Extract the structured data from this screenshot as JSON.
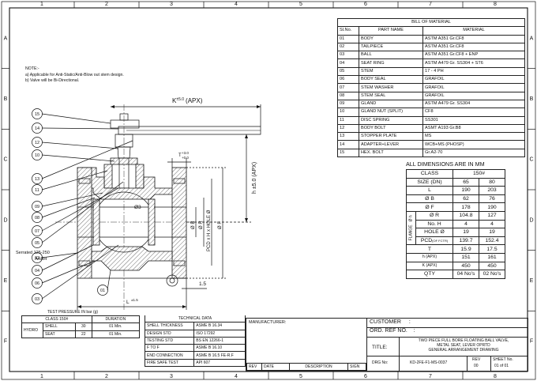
{
  "border": {
    "columns": [
      "1",
      "2",
      "3",
      "4",
      "5",
      "6",
      "7",
      "8"
    ],
    "rows": [
      "A",
      "B",
      "C",
      "D",
      "E",
      "F"
    ]
  },
  "notes": {
    "heading": "NOTE:-",
    "lines": [
      "a) Applicable for Anti-Static/Anti-Blow out stem design.",
      "b) Valve will be Bi-Directional."
    ]
  },
  "bom": {
    "title": "BILL OF MATERIAL",
    "headers": [
      "Sl.No.",
      "PART NAME",
      "MATERIAL"
    ],
    "rows": [
      [
        "01",
        "BODY",
        "ASTM A351 Gr.CF8"
      ],
      [
        "02",
        "TAILPIECE",
        "ASTM A351 Gr.CF8"
      ],
      [
        "03",
        "BALL",
        "ASTM A351 Gr.CF8 + ENP"
      ],
      [
        "04",
        "SEAT RING",
        "ASTM A479 Gr. SS304 + ST6"
      ],
      [
        "05",
        "STEM",
        "17 - 4 PH"
      ],
      [
        "06",
        "BODY SEAL",
        "GRAFOIL"
      ],
      [
        "07",
        "STEM WASHER",
        "GRAFOIL"
      ],
      [
        "08",
        "STEM SEAL",
        "GRAFOIL"
      ],
      [
        "09",
        "GLAND",
        "ASTM A479 Gr. SS304"
      ],
      [
        "10",
        "GLAND NUT (SPLIT)",
        "CF8"
      ],
      [
        "11",
        "DISC SPRING",
        "SS301"
      ],
      [
        "12",
        "BODY BOLT",
        "ASMT A193 Gr.B8"
      ],
      [
        "13",
        "STOPPER PLATE",
        "MS"
      ],
      [
        "14",
        "ADAPTER+LEVER",
        "WCB+MS (PHOSP)"
      ],
      [
        "15",
        "HEX. BOLT",
        "Gr.A2-70"
      ]
    ]
  },
  "dimensions": {
    "title": "ALL DIMENSIONS ARE IN MM",
    "class_label": "CLASS",
    "class_value": "150#",
    "size_label": "SIZE (DN)",
    "sizes": [
      "65",
      "80"
    ],
    "flange_label": "FLANGE",
    "flange_sub": "Ø h",
    "rows": [
      {
        "label": "L",
        "v": [
          "190",
          "203"
        ]
      },
      {
        "label": "Ø B",
        "v": [
          "62",
          "76"
        ]
      },
      {
        "label": "Ø F",
        "v": [
          "178",
          "190"
        ]
      },
      {
        "label": "Ø R",
        "v": [
          "104.8",
          "127"
        ]
      },
      {
        "label": "No. H",
        "v": [
          "4",
          "4"
        ]
      },
      {
        "label": "HOLE Ø",
        "v": [
          "19",
          "19"
        ]
      },
      {
        "label": "PCD",
        "sub": "(OF FCTR)",
        "v": [
          "139.7",
          "152.4"
        ]
      },
      {
        "label": "T",
        "v": [
          "15.9",
          "17.5"
        ]
      },
      {
        "label": "h (APX)",
        "v": [
          "151",
          "161"
        ]
      },
      {
        "label": "K (APX)",
        "v": [
          "450",
          "450"
        ]
      },
      {
        "label": "QTY",
        "v": [
          "04 No's",
          "02 No's"
        ]
      }
    ]
  },
  "drawing": {
    "k_label": "K",
    "k_tol": "±5.0",
    "k_suffix": "(APX)",
    "h_label": "h ±5.0 (APX)",
    "t_label": "T",
    "t_tol_top": "+3.0",
    "t_tol_bot": "+0.0",
    "bore_label": "Ø3",
    "b_label": "Ø B",
    "r_label": "Ø R",
    "pcd_label": "PCD x H x HOLE Ø",
    "f_label": "Ø F",
    "l_label": "L",
    "l_tol": "±1.5",
    "dim_15": "1.5",
    "serration_1": "Serrated 125-250",
    "serration_2": "AARH",
    "balloons": [
      "15",
      "14",
      "12",
      "10",
      "09",
      "08",
      "11",
      "07",
      "05",
      "13",
      "06",
      "04",
      "03",
      "01",
      "02"
    ]
  },
  "test_pressure": {
    "title": "TEST PRESSURE IN bar (g)",
    "class_label": "CLASS 150#",
    "duration_label": "DURATION",
    "hydro_label": "HYDRO",
    "rows": [
      [
        "SHELL",
        "30",
        "01 Min."
      ],
      [
        "SEAT",
        "22",
        "01 Min."
      ]
    ]
  },
  "technical": {
    "title": "TECHNICAL DATA",
    "rows": [
      [
        "SHELL THICKNESS",
        "ASME B 16.34"
      ],
      [
        "DESIGN STD",
        "ISO 17292"
      ],
      [
        "TESTING STD",
        "BS EN 12266-1"
      ],
      [
        "F TO F",
        "ASME B 16.10"
      ],
      [
        "END CONNECTION",
        "ASME B 16.5 FE-R.F"
      ],
      [
        "FIRE SAFE TEST",
        "API 607"
      ]
    ]
  },
  "manufacturer": {
    "label": "MANUFACTURER:",
    "rev_headers": [
      "REV",
      "DATE",
      "DESCRIPTION",
      "SIGN"
    ]
  },
  "title_block": {
    "customer_label": "CUSTOMER",
    "customer_colon": ":",
    "ord_label": "ORD. REF NO.",
    "ord_colon": ":",
    "title_label": "TITLE:",
    "title_lines": [
      "TWO PIECE FULL BORE FLOATING BALL VALVE,",
      "METAL SEAT, LEVER OPRTD",
      "GENERAL ARRANGEMENT DRAWING"
    ],
    "drg_label": "DRG No:",
    "drg_no": "KD-2FE-F1-MS-0037",
    "rev_label": "REV",
    "rev_value": "00",
    "sheet_label": "SHEET No.",
    "sheet_value": "01 of 01"
  }
}
